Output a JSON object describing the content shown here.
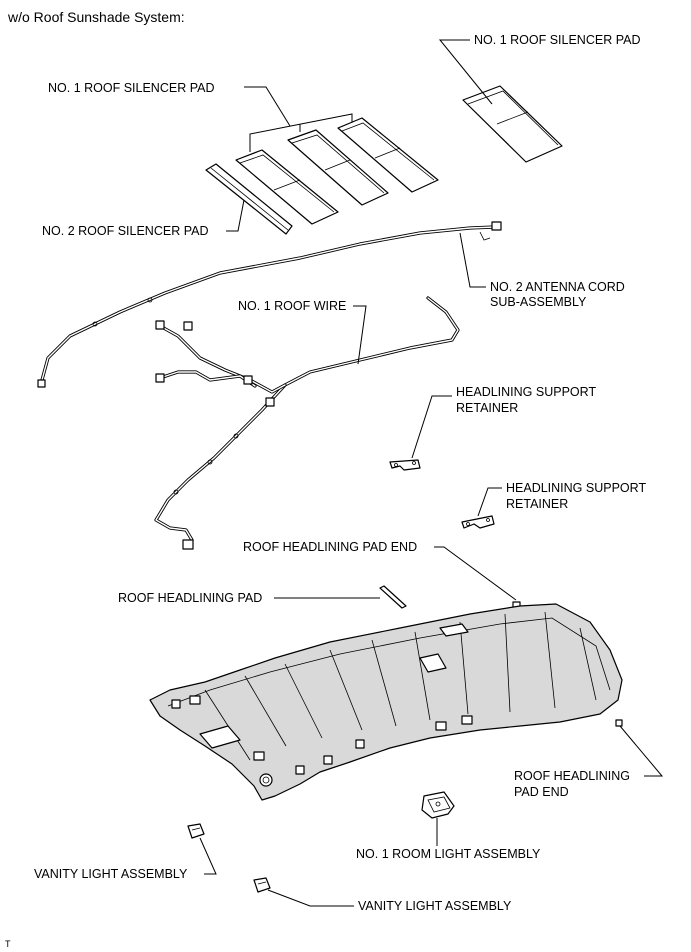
{
  "header": {
    "title": "w/o Roof Sunshade System:"
  },
  "labels": {
    "silencer_pad_1_top": "NO. 1 ROOF SILENCER PAD",
    "silencer_pad_1_group": "NO. 1 ROOF SILENCER PAD",
    "silencer_pad_2": "NO. 2 ROOF SILENCER PAD",
    "antenna_cord_line1": "NO. 2 ANTENNA CORD",
    "antenna_cord_line2": "SUB-ASSEMBLY",
    "roof_wire": "NO. 1 ROOF WIRE",
    "support_retainer_1_line1": "HEADLINING SUPPORT",
    "support_retainer_1_line2": "RETAINER",
    "support_retainer_2_line1": "HEADLINING SUPPORT",
    "support_retainer_2_line2": "RETAINER",
    "pad_end_top": "ROOF HEADLINING PAD END",
    "headlining_pad": "ROOF HEADLINING PAD",
    "pad_end_right_line1": "ROOF HEADLINING",
    "pad_end_right_line2": "PAD END",
    "room_light": "NO. 1 ROOM LIGHT ASSEMBLY",
    "vanity_light_left": "VANITY LIGHT ASSEMBLY",
    "vanity_light_bottom": "VANITY LIGHT ASSEMBLY"
  },
  "footer": {
    "code": "T"
  }
}
